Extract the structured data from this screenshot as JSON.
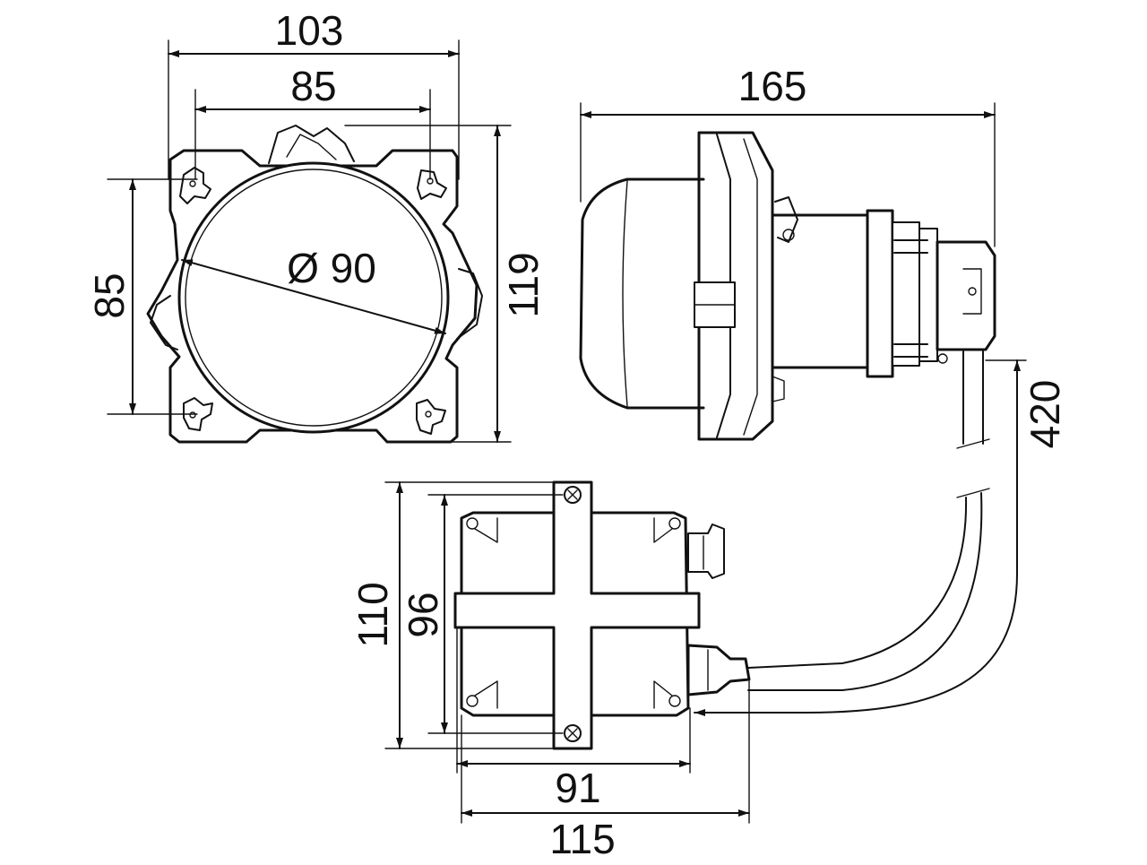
{
  "drawing": {
    "colors": {
      "ink": "#111111",
      "paper": "#ffffff"
    },
    "front_view": {
      "width_overall": "103",
      "width_mounting": "85",
      "height_mounting": "85",
      "height_overall": "119",
      "lens_diameter": "Ø 90"
    },
    "side_view": {
      "depth_overall": "165",
      "cable_length": "420"
    },
    "ballast_view": {
      "height_overall": "110",
      "height_body": "96",
      "width_body": "91",
      "width_overall": "115"
    }
  }
}
